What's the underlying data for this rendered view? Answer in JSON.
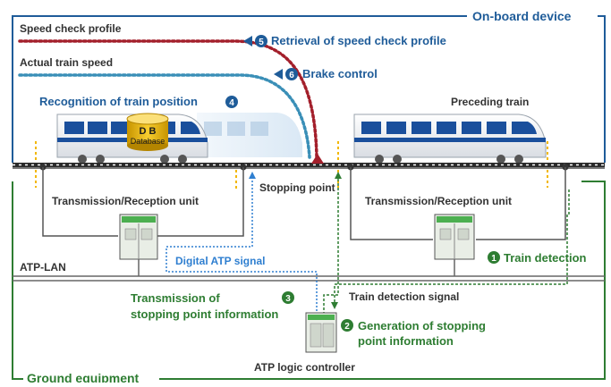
{
  "onboard": {
    "title": "On-board device",
    "speed_check_profile": "Speed check profile",
    "actual_train_speed": "Actual train speed",
    "step5_label": "Retrieval of speed check profile",
    "step6_label": "Brake control",
    "step4_label": "Recognition of train position",
    "preceding_train": "Preceding train",
    "db_title": "D B",
    "db_subtitle": "Database",
    "stopping_point": "Stopping point"
  },
  "ground": {
    "title": "Ground equipment",
    "trx_left": "Transmission/Reception unit",
    "trx_right": "Transmission/Reception unit",
    "atp_lan": "ATP-LAN",
    "digital_atp_signal": "Digital ATP signal",
    "step1_label": "Train detection",
    "train_detection_signal": "Train detection signal",
    "step3_line1": "Transmission of",
    "step3_line2": "stopping point information",
    "step2_line1": "Generation of stopping",
    "step2_line2": "point information",
    "controller": "ATP logic controller"
  },
  "steps": {
    "s1": "1",
    "s2": "2",
    "s3": "3",
    "s4": "4",
    "s5": "5",
    "s6": "6"
  },
  "colors": {
    "onboard_frame": "#1f5c99",
    "ground_frame": "#2e7d32",
    "speed_profile": "#a31f2b",
    "actual_speed": "#3a8fb7",
    "blue_text": "#1f5c99",
    "green_text": "#2e7d32",
    "digital_signal": "#2f7fd0",
    "train_blue": "#1a4f9c"
  }
}
